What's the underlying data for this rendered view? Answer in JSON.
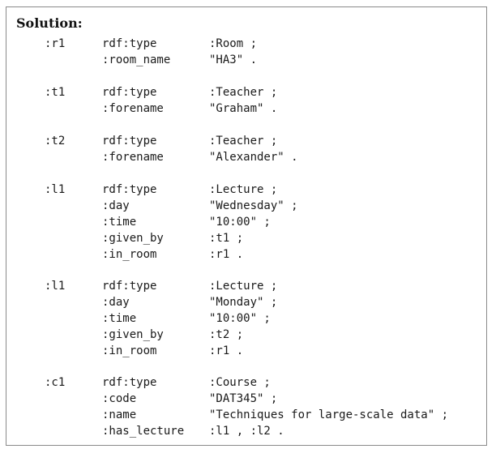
{
  "heading": "Solution:",
  "entities": [
    {
      "subject": ":r1",
      "triples": [
        {
          "predicate": "rdf:type",
          "object": ":Room ;"
        },
        {
          "predicate": ":room_name",
          "object": "\"HA3\" ."
        }
      ]
    },
    {
      "subject": ":t1",
      "triples": [
        {
          "predicate": "rdf:type",
          "object": ":Teacher ;"
        },
        {
          "predicate": ":forename",
          "object": "\"Graham\" ."
        }
      ]
    },
    {
      "subject": ":t2",
      "triples": [
        {
          "predicate": "rdf:type",
          "object": ":Teacher ;"
        },
        {
          "predicate": ":forename",
          "object": "\"Alexander\" ."
        }
      ]
    },
    {
      "subject": ":l1",
      "triples": [
        {
          "predicate": "rdf:type",
          "object": ":Lecture ;"
        },
        {
          "predicate": ":day",
          "object": "\"Wednesday\" ;"
        },
        {
          "predicate": ":time",
          "object": "\"10:00\" ;"
        },
        {
          "predicate": ":given_by",
          "object": ":t1 ;"
        },
        {
          "predicate": ":in_room",
          "object": ":r1 ."
        }
      ]
    },
    {
      "subject": ":l1",
      "triples": [
        {
          "predicate": "rdf:type",
          "object": ":Lecture ;"
        },
        {
          "predicate": ":day",
          "object": "\"Monday\" ;"
        },
        {
          "predicate": ":time",
          "object": "\"10:00\" ;"
        },
        {
          "predicate": ":given_by",
          "object": ":t2 ;"
        },
        {
          "predicate": ":in_room",
          "object": ":r1 ."
        }
      ]
    },
    {
      "subject": ":c1",
      "triples": [
        {
          "predicate": "rdf:type",
          "object": ":Course ;"
        },
        {
          "predicate": ":code",
          "object": "\"DAT345\" ;"
        },
        {
          "predicate": ":name",
          "object": "\"Techniques for large-scale data\" ;"
        },
        {
          "predicate": ":has_lecture",
          "object": ":l1 , :l2 ."
        }
      ]
    }
  ]
}
